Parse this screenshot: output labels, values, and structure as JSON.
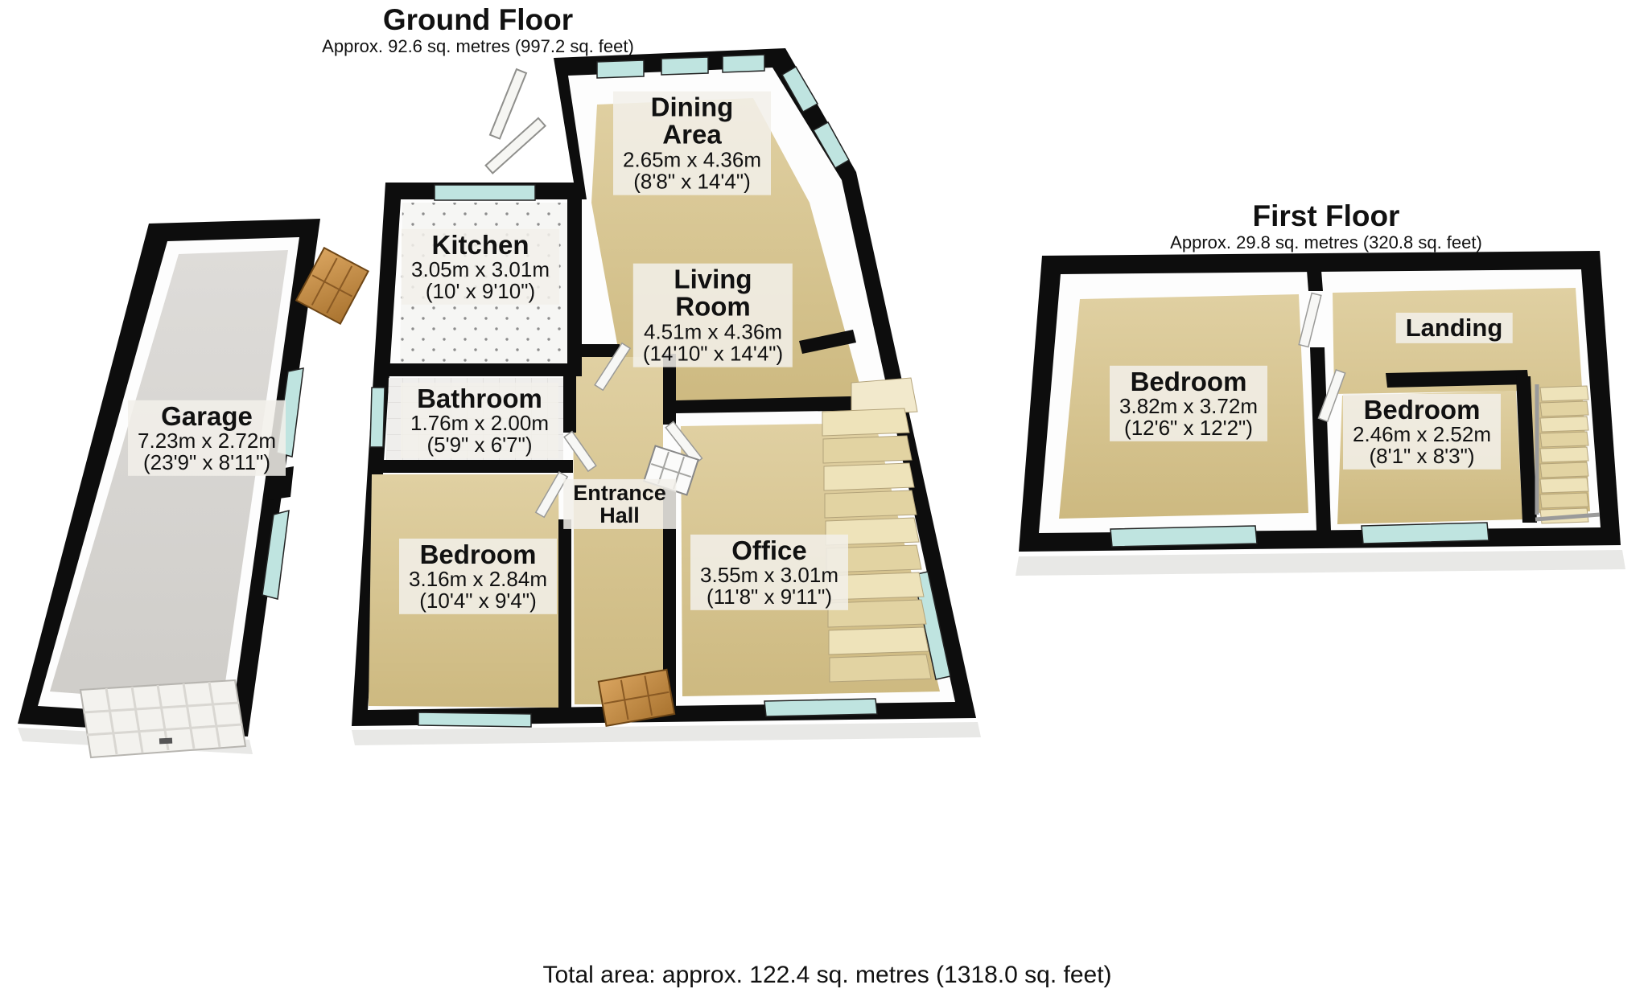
{
  "ground_floor": {
    "title": "Ground Floor",
    "subtitle": "Approx. 92.6 sq. metres (997.2 sq. feet)",
    "rooms": {
      "dining": {
        "name_line1": "Dining",
        "name_line2": "Area",
        "metric": "2.65m x 4.36m",
        "imperial": "(8'8\" x 14'4\")"
      },
      "kitchen": {
        "name": "Kitchen",
        "metric": "3.05m x 3.01m",
        "imperial": "(10' x 9'10\")"
      },
      "living": {
        "name_line1": "Living",
        "name_line2": "Room",
        "metric": "4.51m x 4.36m",
        "imperial": "(14'10\" x 14'4\")"
      },
      "bathroom": {
        "name": "Bathroom",
        "metric": "1.76m x 2.00m",
        "imperial": "(5'9\" x 6'7\")"
      },
      "entrance_hall": {
        "name_line1": "Entrance",
        "name_line2": "Hall"
      },
      "bedroom": {
        "name": "Bedroom",
        "metric": "3.16m x 2.84m",
        "imperial": "(10'4\" x 9'4\")"
      },
      "office": {
        "name": "Office",
        "metric": "3.55m x 3.01m",
        "imperial": "(11'8\" x 9'11\")"
      },
      "garage": {
        "name": "Garage",
        "metric": "7.23m x 2.72m",
        "imperial": "(23'9\" x 8'11\")"
      }
    }
  },
  "first_floor": {
    "title": "First Floor",
    "subtitle": "Approx. 29.8 sq. metres (320.8 sq. feet)",
    "rooms": {
      "bedroom1": {
        "name": "Bedroom",
        "metric": "3.82m x 3.72m",
        "imperial": "(12'6\" x 12'2\")"
      },
      "bedroom2": {
        "name": "Bedroom",
        "metric": "2.46m x 2.52m",
        "imperial": "(8'1\" x 8'3\")"
      },
      "landing": {
        "name": "Landing"
      }
    }
  },
  "footer": {
    "total_area": "Total area: approx. 122.4 sq. metres (1318.0 sq. feet)"
  },
  "colors": {
    "floor_tan": "#d8c693",
    "wall_black": "#0d0d0d",
    "window_glass": "#bfe4e0",
    "garage_floor": "#d8d6d3",
    "stair_cream": "#eee3ba",
    "door_wood": "#c99455",
    "label_bg": "#f2f0ea"
  }
}
